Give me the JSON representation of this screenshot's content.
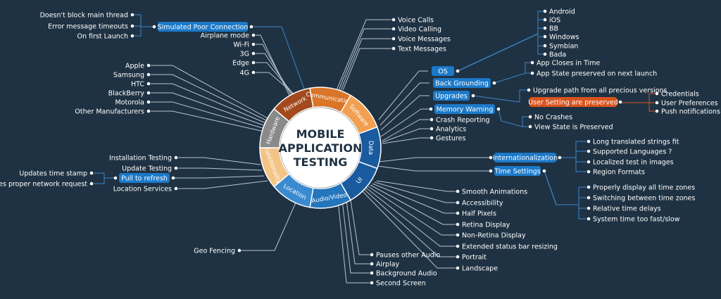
{
  "colors": {
    "bg": "#1f3243",
    "line": "#b7c4cf",
    "blue_line": "#3a86c8",
    "pill_blue": "#1b79c8",
    "pill_orange": "#d9531e",
    "dot": "#ffffff"
  },
  "center": {
    "line1": "MOBILE",
    "line2": "APPLICATION",
    "line3": "TESTING"
  },
  "segments": [
    {
      "label": "Network",
      "color": "#a24a1e"
    },
    {
      "label": "Communication",
      "color": "#d87528"
    },
    {
      "label": "Software",
      "color": "#f0a050"
    },
    {
      "label": "Data",
      "color": "#1a5a9e"
    },
    {
      "label": "UI",
      "color": "#1a5a9e"
    },
    {
      "label": "Audio/Video",
      "color": "#2475bb"
    },
    {
      "label": "Location",
      "color": "#3a8ad0"
    },
    {
      "label": "Functionality",
      "color": "#f3c487"
    },
    {
      "label": "Hardware",
      "color": "#8a8a8a"
    }
  ],
  "texts": {
    "t0": "Doesn't block main thread",
    "t1": "Error message timeouts",
    "t2": "On first Launch",
    "t3": "Simulated Poor Connection",
    "t4": "Airplane mode",
    "t5": "Wi-Fi",
    "t6": "3G",
    "t7": "Edge",
    "t8": "4G",
    "t9": "Apple",
    "t10": "Samsung",
    "t11": "HTC",
    "t12": "BlackBerry",
    "t13": "Motorola",
    "t14": "Other Manufacturers",
    "t15": "Voice Calls",
    "t16": "Video Calling",
    "t17": "Voice Messages",
    "t18": "Text Messages",
    "t19": "OS",
    "t20": "Android",
    "t21": "iOS",
    "t22": "BB",
    "t23": "Windows",
    "t24": "Symbian",
    "t25": "Bada",
    "t26": "Back Grounding",
    "t27": "App Closes in Time",
    "t28": "App State preserved on next launch",
    "t29": "Upgrades",
    "t30": "Upgrade path from all precious versions",
    "t31": "User Setting are preserved",
    "t32": "Credentials",
    "t33": "User Preferences",
    "t34": "Push notifications",
    "t35": "Memory Warning",
    "t36": "No Crashes",
    "t37": "View State is Preserved",
    "t38": "Crash Reporting",
    "t39": "Analytics",
    "t40": "Gestures",
    "t41": "Installation Testing",
    "t42": "Update Testing",
    "t43": "Pull to refresh",
    "t44": "Updates time stamp",
    "t45": "Makes proper network request",
    "t46": "Location Services",
    "t47": "Internationalization",
    "t48": "Long translated strings fit",
    "t49": "Supported Languages ?",
    "t50": "Localized test in images",
    "t51": "Region Formats",
    "t52": "Time Settings",
    "t53": "Properly display all time zones",
    "t54": "Switching between time zones",
    "t55": "Relative time delays",
    "t56": "System time too fast/slow",
    "t57": "Smooth Animations",
    "t58": "Accessibility",
    "t59": "Half Pixels",
    "t60": "Retina Display",
    "t61": "Non-Retina Display",
    "t62": "Extended status bar resizing",
    "t63": "Portrait",
    "t64": "Landscape",
    "t65": "Pauses other Audio",
    "t66": "Airplay",
    "t67": "Background Audio",
    "t68": "Second Screen",
    "t69": "Geo Fencing"
  }
}
